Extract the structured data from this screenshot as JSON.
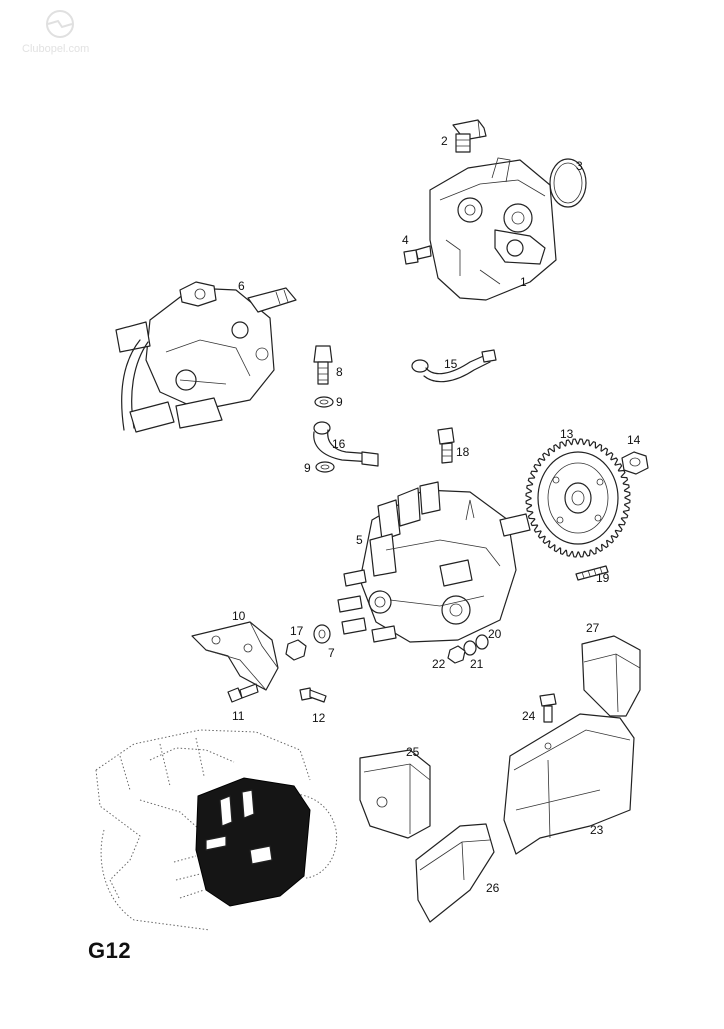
{
  "sheet": {
    "code": "G12"
  },
  "watermark": {
    "text": "Clubopel.com",
    "logo_icon": "opel-logo-icon",
    "color": "#d8d8d8"
  },
  "callouts": [
    "1",
    "2",
    "3",
    "4",
    "5",
    "6",
    "7",
    "8",
    "9",
    "9",
    "10",
    "11",
    "12",
    "13",
    "14",
    "15",
    "16",
    "17",
    "18",
    "19",
    "20",
    "21",
    "22",
    "23",
    "24",
    "25",
    "26",
    "27"
  ]
}
